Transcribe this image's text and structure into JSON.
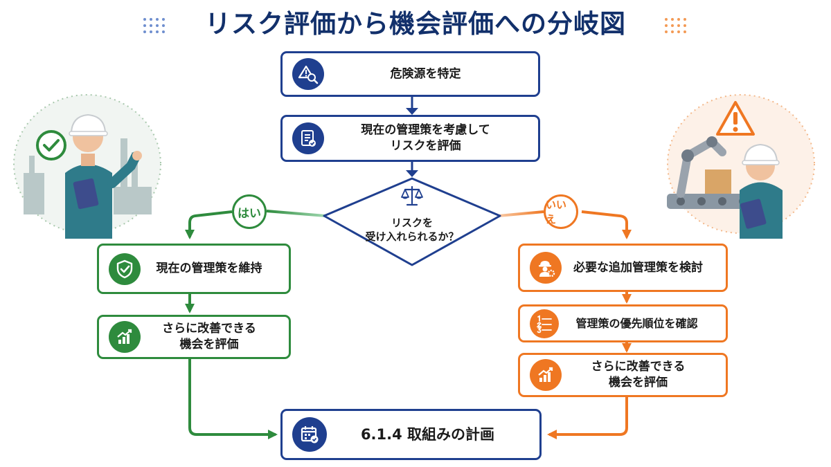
{
  "title": "リスク評価から機会評価への分岐図",
  "colors": {
    "navy": "#1f3f8f",
    "green": "#2e8b3d",
    "orange": "#ef7722"
  },
  "steps": {
    "identify": {
      "label": "危険源を特定",
      "icon": "hazard-search-icon"
    },
    "assess": {
      "label_line1": "現在の管理策を考慮して",
      "label_line2": "リスクを評価",
      "icon": "checklist-icon"
    }
  },
  "decision": {
    "line1": "リスクを",
    "line2": "受け入れられるか？",
    "icon": "scale-icon"
  },
  "yes_branch": {
    "badge": "はい",
    "maintain": {
      "label": "現在の管理策を維持",
      "icon": "shield-check-icon"
    },
    "improve": {
      "label_line1": "さらに改善できる",
      "label_line2": "機会を評価",
      "icon": "growth-chart-icon"
    }
  },
  "no_branch": {
    "badge": "いいえ",
    "additional": {
      "label": "必要な追加管理策を検討",
      "icon": "worker-gear-icon"
    },
    "priority": {
      "label": "管理策の優先順位を確認",
      "icon": "numbered-list-icon"
    },
    "improve": {
      "label_line1": "さらに改善できる",
      "label_line2": "機会を評価",
      "icon": "growth-chart-icon"
    }
  },
  "final": {
    "label": "6.1.4 取組みの計画",
    "icon": "calendar-check-icon"
  }
}
